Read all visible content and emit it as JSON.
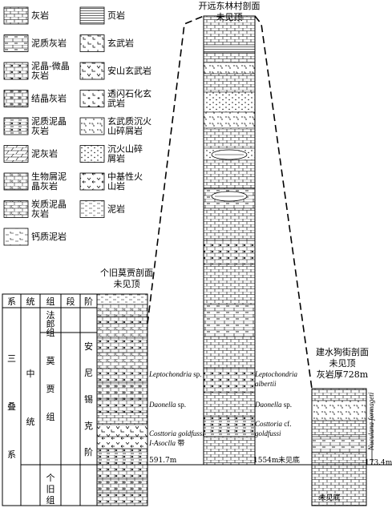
{
  "legend": [
    {
      "pattern": "limestone",
      "label": "灰岩"
    },
    {
      "pattern": "shale",
      "label": "页岩"
    },
    {
      "pattern": "muddy_limestone",
      "label": "泥质灰岩"
    },
    {
      "pattern": "basalt",
      "label": "玄武岩"
    },
    {
      "pattern": "micrite",
      "label": [
        "泥晶-微晶",
        "灰岩"
      ]
    },
    {
      "pattern": "andesite_basalt",
      "label": "安山玄武岩"
    },
    {
      "pattern": "crystalline_limestone",
      "label": "结晶灰岩"
    },
    {
      "pattern": "tremolite_basalt",
      "label": [
        "透闪石化玄",
        "武岩"
      ]
    },
    {
      "pattern": "muddy_micrite",
      "label": [
        "泥质泥晶",
        "灰岩"
      ]
    },
    {
      "pattern": "basaltic_tuff",
      "label": [
        "玄武质沉火",
        "山碎屑岩"
      ]
    },
    {
      "pattern": "marl",
      "label": "泥灰岩"
    },
    {
      "pattern": "tuff",
      "label": [
        "沉火山碎",
        "屑岩"
      ]
    },
    {
      "pattern": "bioclastic",
      "label": [
        "生物屑泥",
        "晶灰岩"
      ]
    },
    {
      "pattern": "intermediate_volcanic",
      "label": [
        "中基性火",
        "山岩"
      ]
    },
    {
      "pattern": "carbonaceous",
      "label": [
        "炭质泥晶",
        "灰岩"
      ]
    },
    {
      "pattern": "mudstone",
      "label": "泥岩"
    },
    {
      "pattern": "calcareous_mudstone",
      "label": "钙质泥岩"
    }
  ],
  "strat_header": [
    "系",
    "统",
    "组",
    "段",
    "阶"
  ],
  "strat": {
    "system": [
      "三",
      "叠",
      "系"
    ],
    "series": [
      "中",
      "统"
    ],
    "formations": [
      [
        "法",
        "郎",
        "组"
      ],
      [
        "莫",
        "贾",
        "组"
      ],
      [
        "个",
        "旧",
        "组"
      ]
    ],
    "stage": [
      "安",
      "尼",
      "锡",
      "克",
      "阶"
    ]
  },
  "sections": {
    "gejiu": {
      "title": [
        "个旧莫贾剖面",
        "未见顶"
      ],
      "thickness": "591.7m"
    },
    "kaiyuan": {
      "title": [
        "开远东林村剖面",
        "未见顶"
      ],
      "thickness": "1554m",
      "base_note": "未见底"
    },
    "jianshui": {
      "title": [
        "建水狗街剖面",
        "未见顶",
        "灰岩厚728m"
      ],
      "thickness": "173.4m",
      "base_note": "未见底"
    }
  },
  "fossils_gejiu": [
    {
      "name": "Leptochondria",
      "suffix": " sp."
    },
    {
      "name": "Daonella",
      "suffix": " sp."
    },
    {
      "name": "Costtoria goldfussi",
      "suffix": ""
    },
    {
      "name": "I-Asoclla",
      "suffix": " 带"
    }
  ],
  "fossils_kaiyuan": [
    {
      "name": "Leptochondria",
      "suffix": ""
    },
    {
      "name": "albertii",
      "suffix": ""
    },
    {
      "name": "Daonella",
      "suffix": " sp."
    },
    {
      "name": "Costtoria",
      "suffix": " cf."
    },
    {
      "name": "goldfussi",
      "suffix": ""
    }
  ],
  "fossil_jianshui": "Nuculana formageti"
}
